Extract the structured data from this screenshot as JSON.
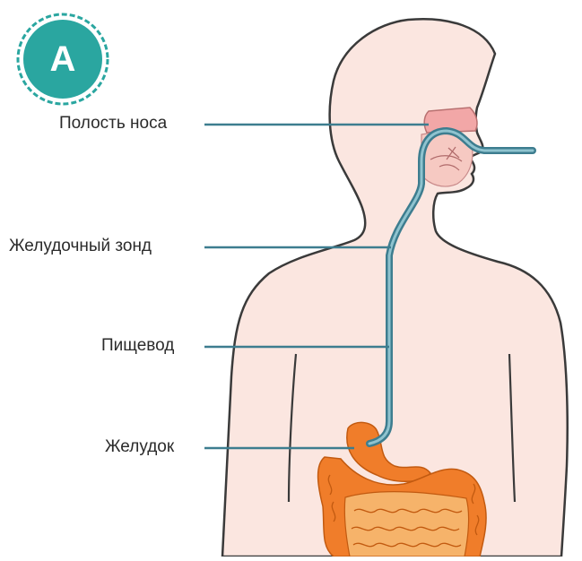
{
  "badge": {
    "letter": "A",
    "color": "#2aa6a0"
  },
  "labels": {
    "nasal_cavity": "Полость носа",
    "gastric_tube": "Желудочный зонд",
    "esophagus": "Пищевод",
    "stomach": "Желудок"
  },
  "colors": {
    "body_fill": "#fbe6e0",
    "outline": "#3a3a3a",
    "tube": "#3d7d8f",
    "tube_highlight": "#8fc3cf",
    "nasal_cavity": "#f2a7a7",
    "intestine": "#f07d2a",
    "intestine_light": "#f6b36a",
    "leader_line": "#3d7d8f"
  }
}
